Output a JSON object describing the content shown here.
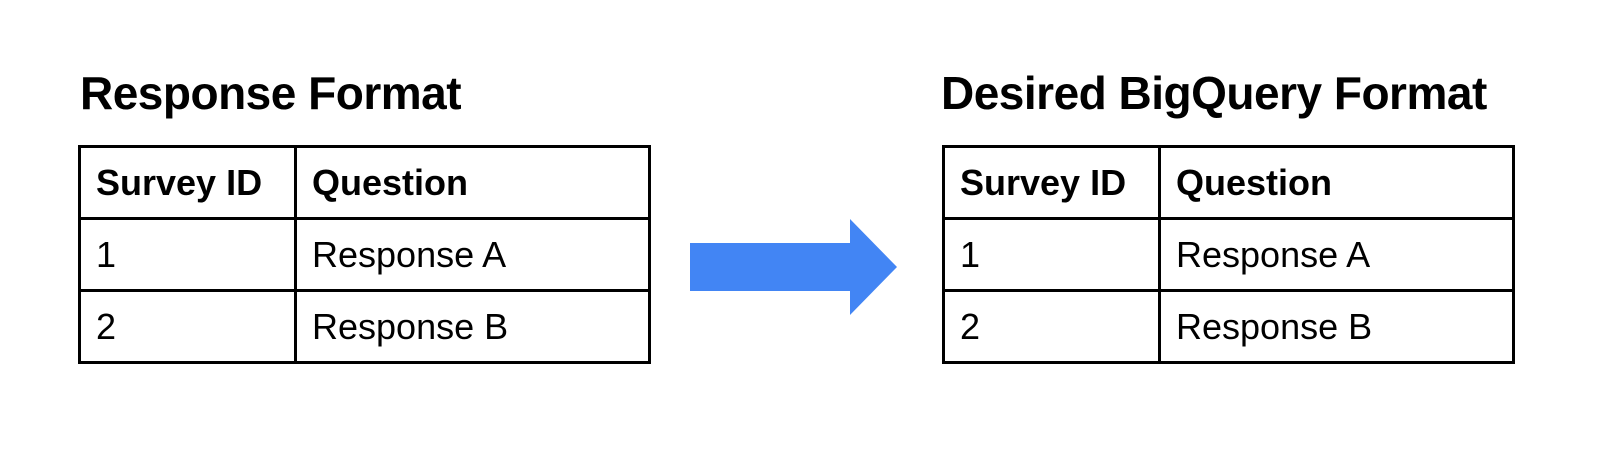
{
  "colors": {
    "background": "#ffffff",
    "border": "#000000",
    "text": "#000000",
    "arrow": "#4285F4"
  },
  "left_panel": {
    "title": "Response Format",
    "table": {
      "headers": [
        "Survey ID",
        "Question"
      ],
      "rows": [
        [
          "1",
          "Response A"
        ],
        [
          "2",
          "Response B"
        ]
      ]
    }
  },
  "arrow": {
    "icon": "right-arrow-icon",
    "direction": "right"
  },
  "right_panel": {
    "title": "Desired BigQuery Format",
    "table": {
      "headers": [
        "Survey ID",
        "Question"
      ],
      "rows": [
        [
          "1",
          "Response A"
        ],
        [
          "2",
          "Response B"
        ]
      ]
    }
  }
}
